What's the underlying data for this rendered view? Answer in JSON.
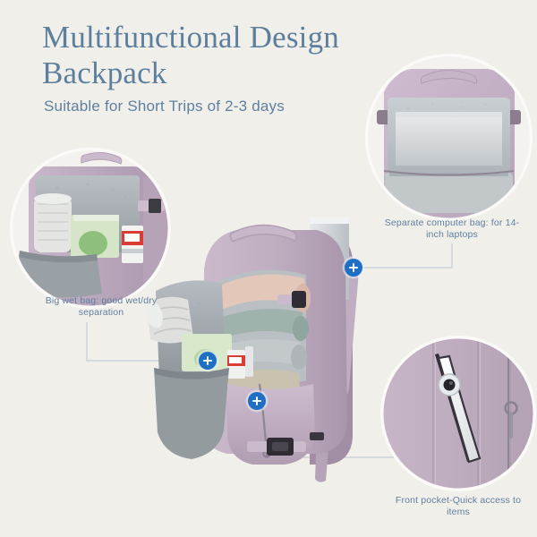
{
  "header": {
    "title": "Multifunctional Design Backpack",
    "subtitle": "Suitable for Short Trips of 2-3 days"
  },
  "callouts": [
    {
      "id": "laptop",
      "label": "Separate computer bag: for 14-inch laptops",
      "hotspot_icon": "plus-icon"
    },
    {
      "id": "wetbag",
      "label": "Big wet bag: good wet/dry separation",
      "hotspot_icon": "plus-icon"
    },
    {
      "id": "front",
      "label": "Front pocket-Quick access to items",
      "hotspot_icon": "plus-icon"
    }
  ],
  "colors": {
    "background": "#f1efea",
    "heading": "#5d7f9e",
    "caption": "#5e7fa0",
    "hotspot": "#1f6fc4",
    "bag_body": "#c0aec2",
    "bag_shadow": "#a995ac",
    "bag_light": "#d3c4d4",
    "lining_grey": "#9ca3a8",
    "lining_light": "#c8ccce",
    "connector_line": "#b9c4cf"
  },
  "insets": [
    {
      "id": "laptop",
      "alt": "backpack laptop compartment open with silver laptop"
    },
    {
      "id": "wetbag",
      "alt": "open wet bag compartment with towel, pouch and toothpaste"
    },
    {
      "id": "front",
      "alt": "close-up of front pocket with smartphone and zipper"
    }
  ],
  "main_photo": {
    "alt": "purple travel backpack open showing packed rolled clothes and wet bag flap"
  }
}
